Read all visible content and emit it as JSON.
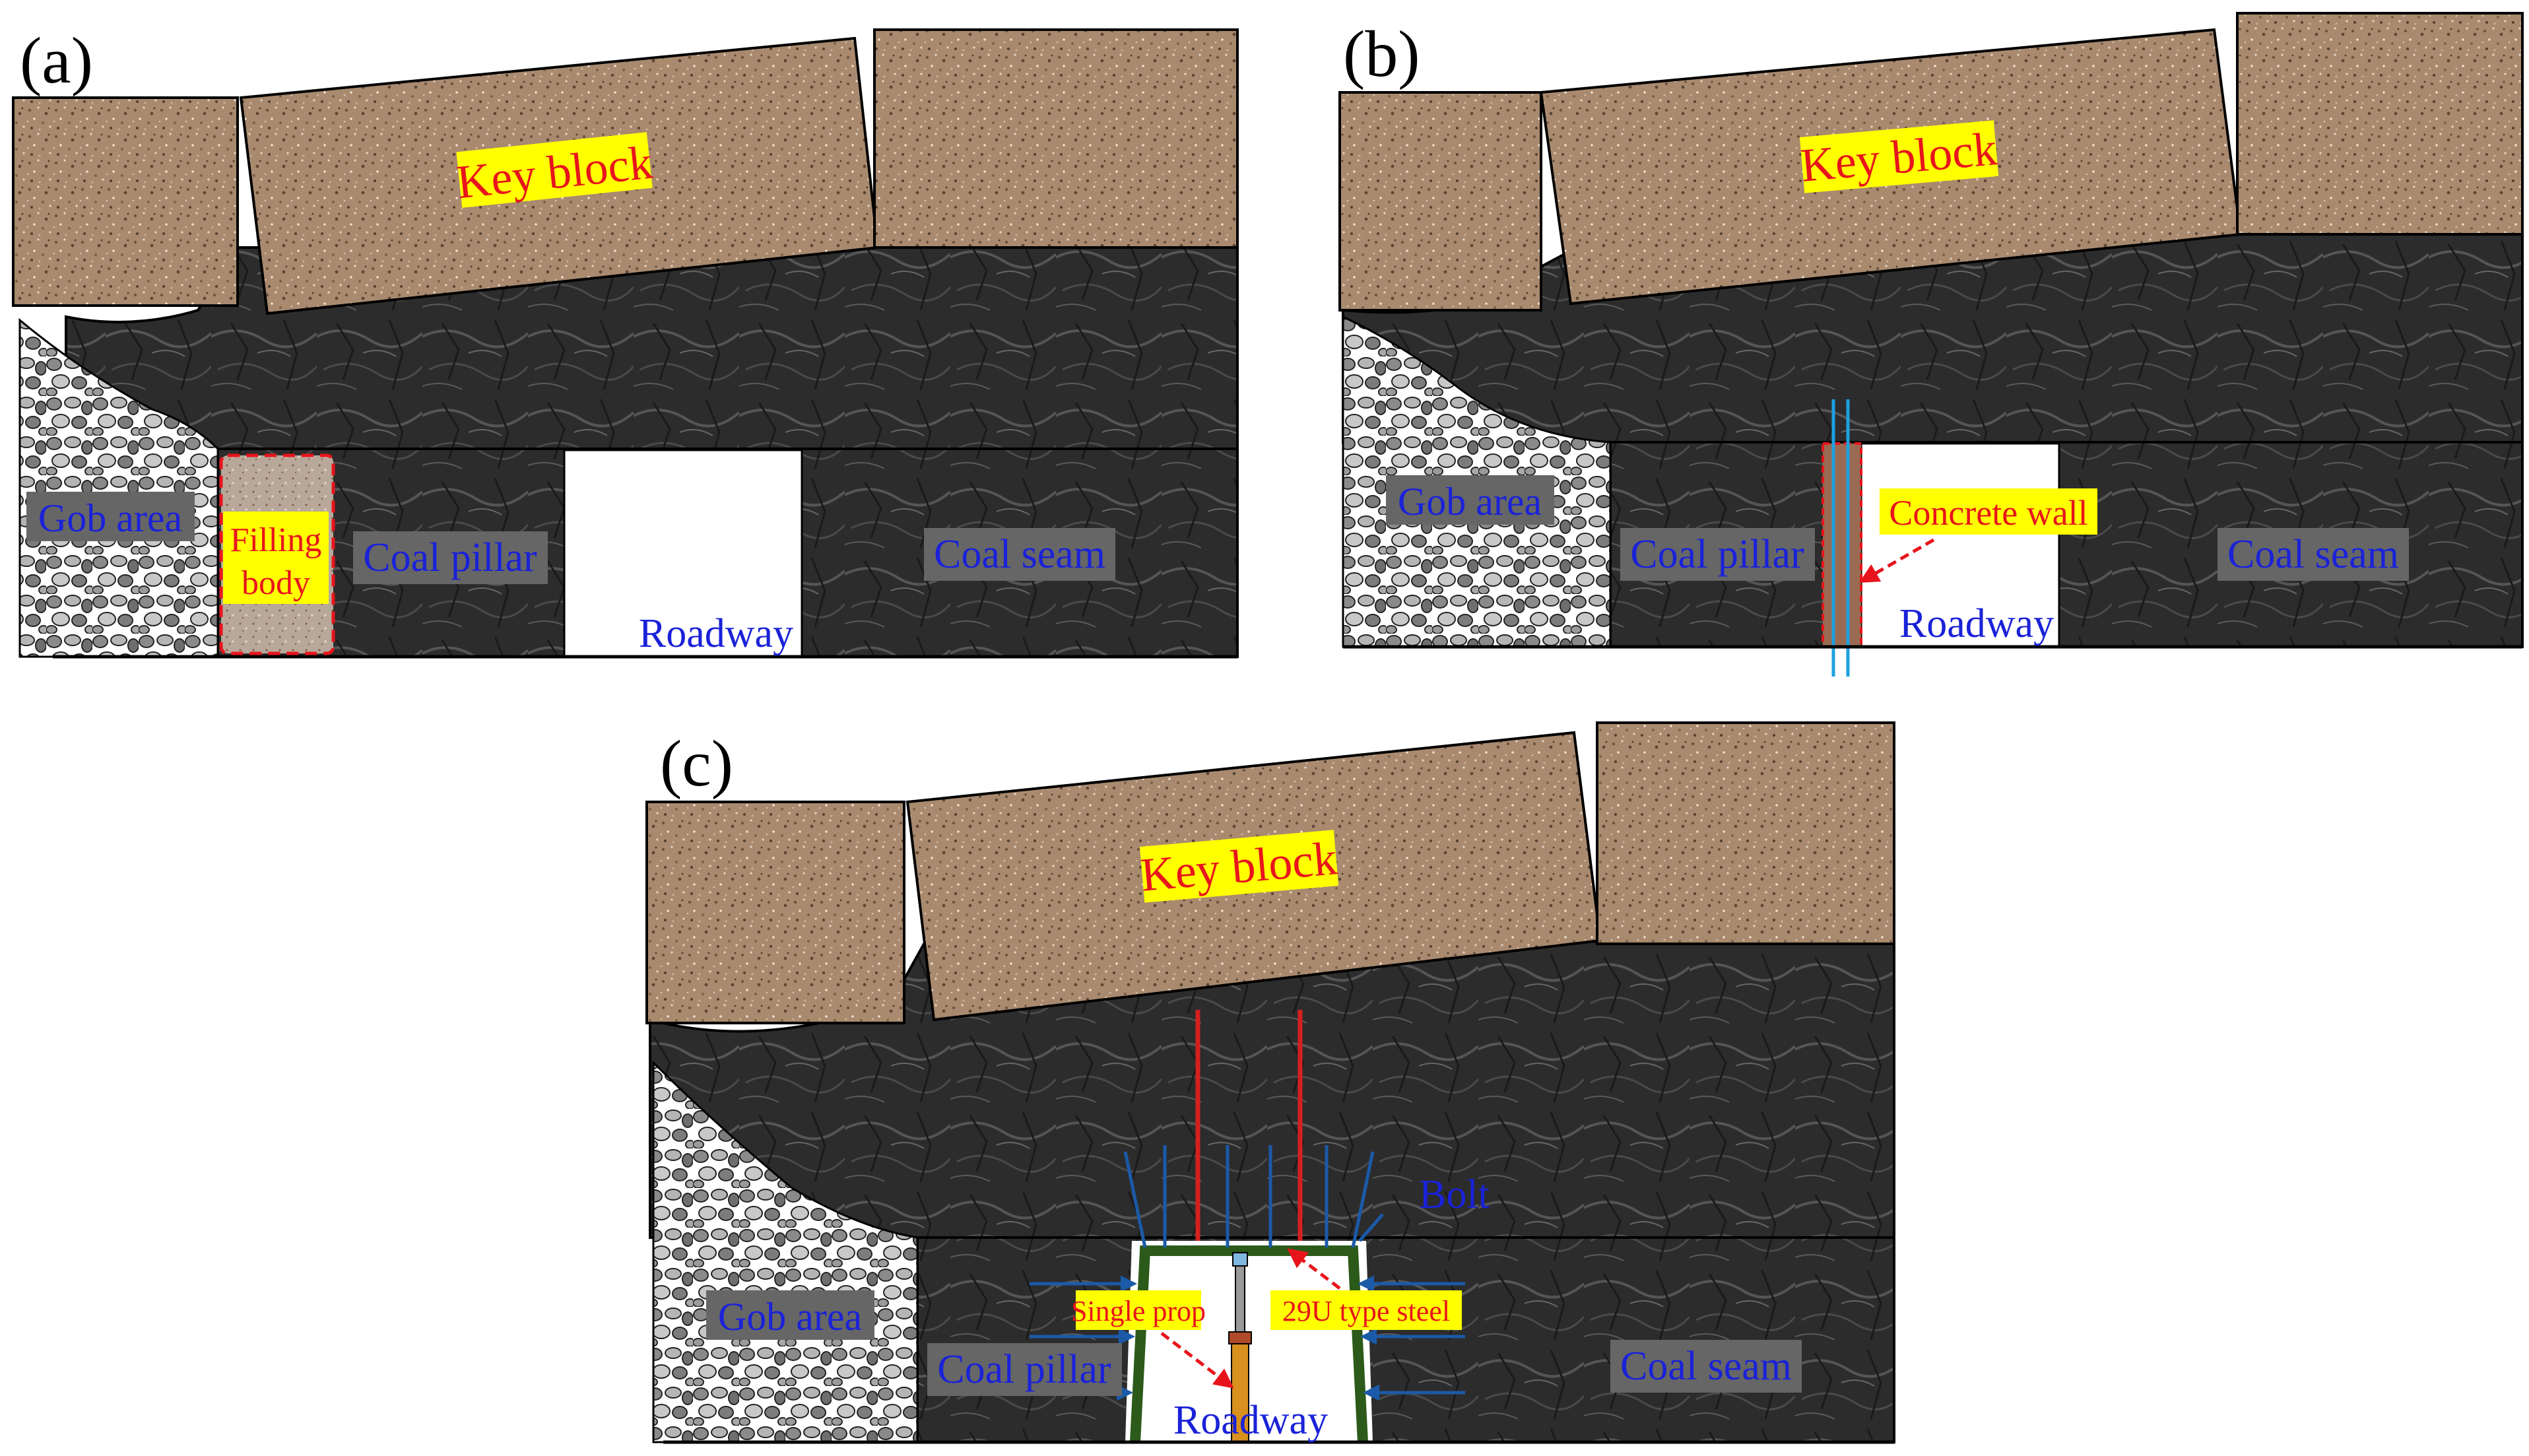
{
  "panels": {
    "a": {
      "label": "(a)",
      "key_block": "Key block",
      "gob_area": "Gob area",
      "filling_body_line1": "Filling",
      "filling_body_line2": "body",
      "coal_pillar": "Coal pillar",
      "coal_seam": "Coal seam",
      "roadway": "Roadway"
    },
    "b": {
      "label": "(b)",
      "key_block": "Key block",
      "gob_area": "Gob area",
      "coal_pillar": "Coal pillar",
      "concrete_wall": "Concrete wall",
      "coal_seam": "Coal seam",
      "roadway": "Roadway"
    },
    "c": {
      "label": "(c)",
      "key_block": "Key block",
      "gob_area": "Gob area",
      "coal_pillar": "Coal pillar",
      "bolt": "Bolt",
      "single_prop": "Single prop",
      "steel": "29U type steel",
      "coal_seam": "Coal seam",
      "roadway": "Roadway"
    }
  },
  "colors": {
    "sandstone": "#a98a6f",
    "coal": "#2b2b2b",
    "label_blue": "#1a22d8",
    "label_red": "#e8141c",
    "highlight": "#ffff00",
    "label_bg": "#555555",
    "steel_green": "#2c5a1a",
    "bolt_blue": "#1b5aa8",
    "cable_red": "#d42020"
  }
}
